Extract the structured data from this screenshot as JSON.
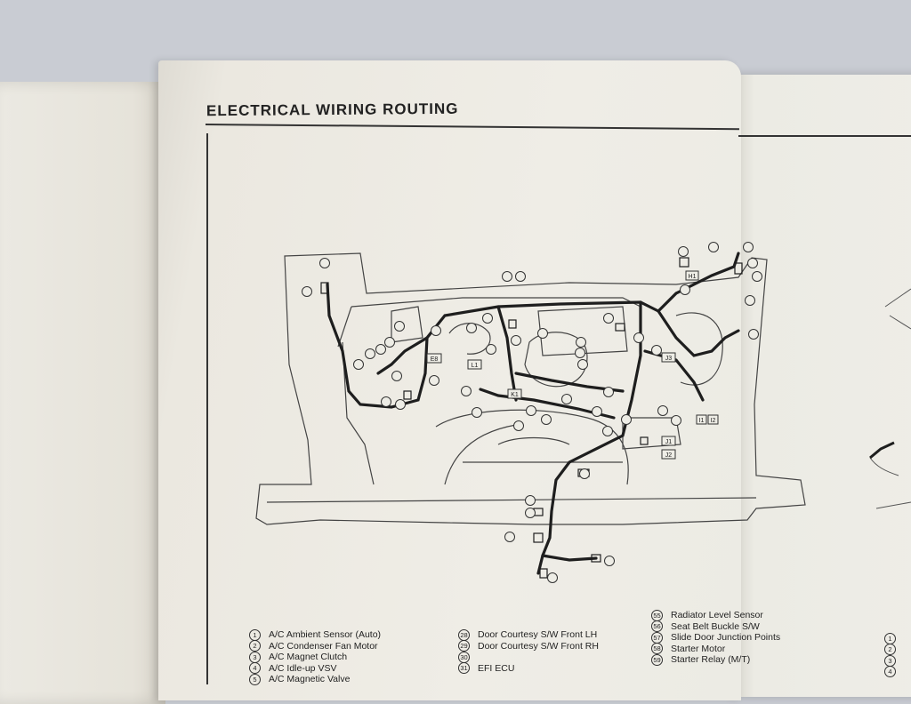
{
  "title": "ELECTRICAL WIRING ROUTING",
  "connector_labels": {
    "e8": "E8",
    "l1": "L1",
    "k1": "K1",
    "h1": "H1",
    "j1": "J1",
    "j2": "J2",
    "j3": "J3",
    "i1": "I1",
    "i2": "I2"
  },
  "legend_col1": [
    {
      "num": "1",
      "text": "A/C Ambient Sensor (Auto)"
    },
    {
      "num": "2",
      "text": "A/C Condenser Fan Motor"
    },
    {
      "num": "3",
      "text": "A/C Magnet Clutch"
    },
    {
      "num": "4",
      "text": "A/C Idle-up VSV"
    },
    {
      "num": "5",
      "text": "A/C Magnetic Valve"
    }
  ],
  "legend_col2": [
    {
      "num": "28",
      "text": "Door Courtesy S/W Front LH"
    },
    {
      "num": "29",
      "text": "Door Courtesy S/W Front RH"
    },
    {
      "num": "30",
      "text": ""
    },
    {
      "num": "31",
      "text": "EFI ECU"
    }
  ],
  "legend_col3": [
    {
      "num": "55",
      "text": "Radiator Level Sensor"
    },
    {
      "num": "56",
      "text": "Seat Belt Buckle S/W"
    },
    {
      "num": "57",
      "text": "Slide Door Junction Points"
    },
    {
      "num": "58",
      "text": "Starter Motor"
    },
    {
      "num": "59",
      "text": "Starter Relay (M/T)"
    }
  ],
  "right_legend": [
    {
      "num": "1"
    },
    {
      "num": "2"
    },
    {
      "num": "3"
    },
    {
      "num": "4"
    }
  ]
}
